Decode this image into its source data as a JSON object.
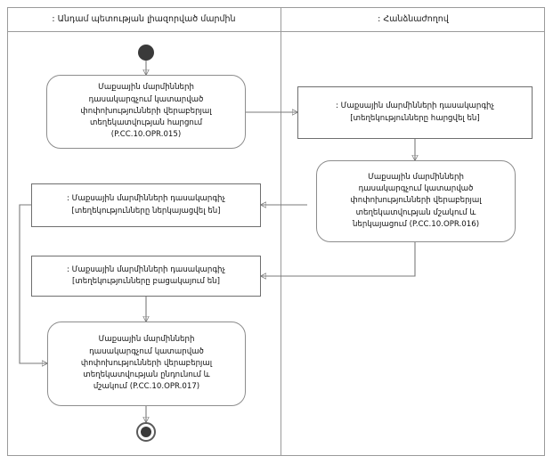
{
  "diagram": {
    "type": "uml-activity-diagram",
    "language": "hy",
    "lanes": [
      {
        "id": "lane-left",
        "title": ": Անդամ պետության լիազորված մարմին"
      },
      {
        "id": "lane-right",
        "title": ": Հանձնաժողով"
      }
    ],
    "nodes": {
      "initial": {
        "kind": "initial-node",
        "lane": "lane-left"
      },
      "action_015": {
        "kind": "action",
        "lane": "lane-left",
        "label": "Մաքսային մարմինների\nդասակարգչում կատարված\nփոփոխությունների վերաբերյալ\nտեղեկատվության հարցում\n(P.CC.10.OPR.015)",
        "code": "P.CC.10.OPR.015"
      },
      "object_requested": {
        "kind": "object-node",
        "lane": "lane-right",
        "label": ": Մաքսային մարմինների դասակարգիչ\n[տեղեկությունները հարցվել են]",
        "state": "տեղեկությունները հարցվել են"
      },
      "action_016": {
        "kind": "action",
        "lane": "lane-right",
        "label": "Մաքսային մարմինների\nդասակարգչում կատարված\nփոփոխությունների վերաբերյալ\nտեղեկատվության մշակում և\nներկայացում (P.CC.10.OPR.016)",
        "code": "P.CC.10.OPR.016"
      },
      "object_presented": {
        "kind": "object-node",
        "lane": "lane-left",
        "label": ": Մաքսային մարմինների դասակարգիչ\n[տեղեկությունները ներկայացվել են]",
        "state": "տեղեկությունները ներկայացվել են"
      },
      "object_absent": {
        "kind": "object-node",
        "lane": "lane-left",
        "label": ": Մաքսային մարմինների դասակարգիչ\n[տեղեկությունները բացակայում են]",
        "state": "տեղեկությունները բացակայում են"
      },
      "action_017": {
        "kind": "action",
        "lane": "lane-left",
        "label": "Մաքսային մարմինների\nդասակարգչում կատարված\nփոփոխությունների վերաբերյալ\nտեղեկատվության ընդունում և\nմշակում (P.CC.10.OPR.017)",
        "code": "P.CC.10.OPR.017"
      },
      "final": {
        "kind": "final-node",
        "lane": "lane-left"
      }
    },
    "edges": [
      {
        "from": "initial",
        "to": "action_015"
      },
      {
        "from": "action_015",
        "to": "object_requested"
      },
      {
        "from": "object_requested",
        "to": "action_016"
      },
      {
        "from": "action_016",
        "to": "object_presented"
      },
      {
        "from": "action_016",
        "to": "object_absent"
      },
      {
        "from": "object_presented",
        "to": "action_017"
      },
      {
        "from": "object_absent",
        "to": "action_017"
      },
      {
        "from": "action_017",
        "to": "final"
      }
    ],
    "colors": {
      "frame": "#9a9a9a",
      "node_border": "#8d8d8d",
      "object_border": "#6f6f6f",
      "edge": "#7a7a7a",
      "node_fill": "#ffffff",
      "text": "#111111",
      "terminal_fill": "#3a3a3a"
    }
  }
}
